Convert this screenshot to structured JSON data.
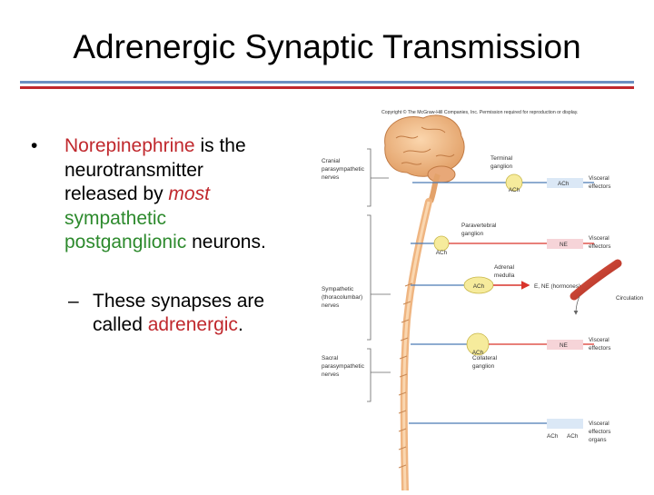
{
  "slide": {
    "title": "Adrenergic Synaptic Transmission"
  },
  "bullet1": {
    "marker": "•",
    "seg_norepinephrine": "Norepinephrine",
    "seg_is_the": " is the",
    "seg_neurotransmitter": "neurotransmitter",
    "seg_released_by": "released by ",
    "seg_most": "most",
    "seg_sympathetic": "sympathetic",
    "seg_postganglionic": "postganglionic",
    "seg_neurons": " neurons."
  },
  "bullet2": {
    "marker": "–",
    "seg_these_synapses": "These synapses are",
    "seg_called": "called ",
    "seg_adrenergic": "adrenergic",
    "seg_period": "."
  },
  "figure": {
    "copyright": "Copyright © The McGraw-Hill Companies, Inc. Permission required for reproduction or display.",
    "cranial_1": "Cranial",
    "cranial_2": "parasympathetic",
    "cranial_3": "nerves",
    "sympathetic_1": "Sympathetic",
    "sympathetic_2": "(thoracolumbar)",
    "sympathetic_3": "nerves",
    "sacral_1": "Sacral",
    "sacral_2": "parasympathetic",
    "sacral_3": "nerves",
    "terminal_1": "Terminal",
    "terminal_2": "ganglion",
    "paravertebral_1": "Paravertebral",
    "paravertebral_2": "ganglion",
    "adrenal_1": "Adrenal",
    "adrenal_2": "medulla",
    "collateral_1": "Collateral",
    "collateral_2": "ganglion",
    "ach": "ACh",
    "ne": "NE",
    "hormones": "E, NE (hormones)",
    "circulation": "Circulation",
    "visceral_effectors_1": "Visceral",
    "visceral_effectors_2": "effectors",
    "visceral_effector_organs_3": "organs"
  },
  "colors": {
    "accent_red": "#c0282d",
    "accent_green": "#2d8a2d",
    "rule_blue": "#6b8fc2",
    "nerve_blue": "#4a7ab5"
  }
}
